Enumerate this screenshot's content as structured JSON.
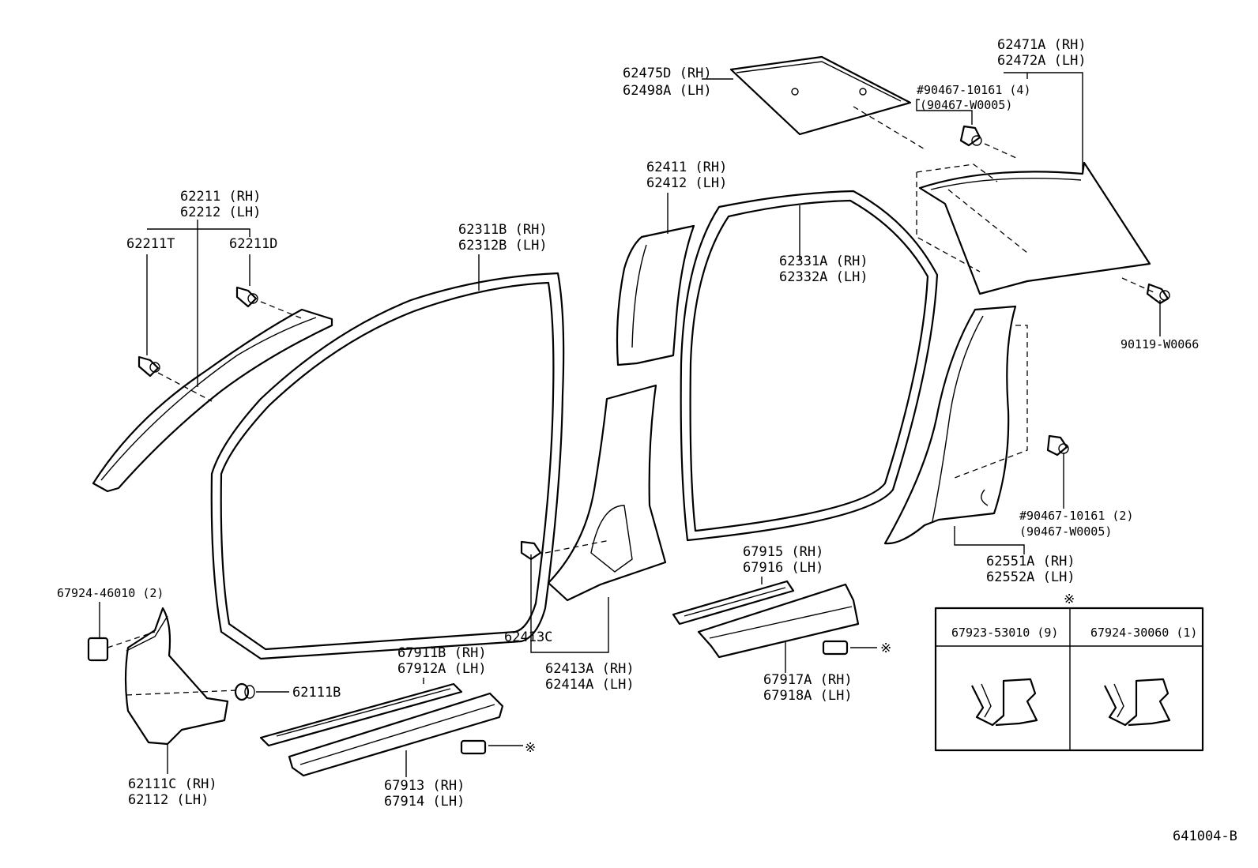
{
  "diagram_id": "641004-B",
  "callouts": {
    "c62471": [
      "62471A (RH)",
      "62472A (LH)"
    ],
    "c62475": [
      "62475D (RH)",
      "62498A (LH)"
    ],
    "c90467_4": [
      "#90467-10161 (4)",
      "(90467-W0005)"
    ],
    "c62411": [
      "62411 (RH)",
      "62412 (LH)"
    ],
    "c62211": [
      "62211 (RH)",
      "62212 (LH)"
    ],
    "c62211T": "62211T",
    "c62211D": "62211D",
    "c62311": [
      "62311B (RH)",
      "62312B (LH)"
    ],
    "c62331": [
      "62331A (RH)",
      "62332A (LH)"
    ],
    "c90119": "90119-W0066",
    "c90467_2": [
      "#90467-10161 (2)",
      "(90467-W0005)"
    ],
    "c62551": [
      "62551A (RH)",
      "62552A (LH)"
    ],
    "c67915": [
      "67915 (RH)",
      "67916 (LH)"
    ],
    "c67924a": "67924-46010 (2)",
    "c62413C": "62413C",
    "c62413": [
      "62413A (RH)",
      "62414A (LH)"
    ],
    "c67911": [
      "67911B (RH)",
      "67912A (LH)"
    ],
    "c62111B": "62111B",
    "c67917": [
      "67917A (RH)",
      "67918A (LH)"
    ],
    "c62111C": [
      "62111C (RH)",
      "62112  (LH)"
    ],
    "c67913": [
      "67913 (RH)",
      "67914 (LH)"
    ]
  },
  "marker": "※",
  "detail_table": {
    "col1": "67923-53010 (9)",
    "col2": "67924-30060 (1)"
  }
}
